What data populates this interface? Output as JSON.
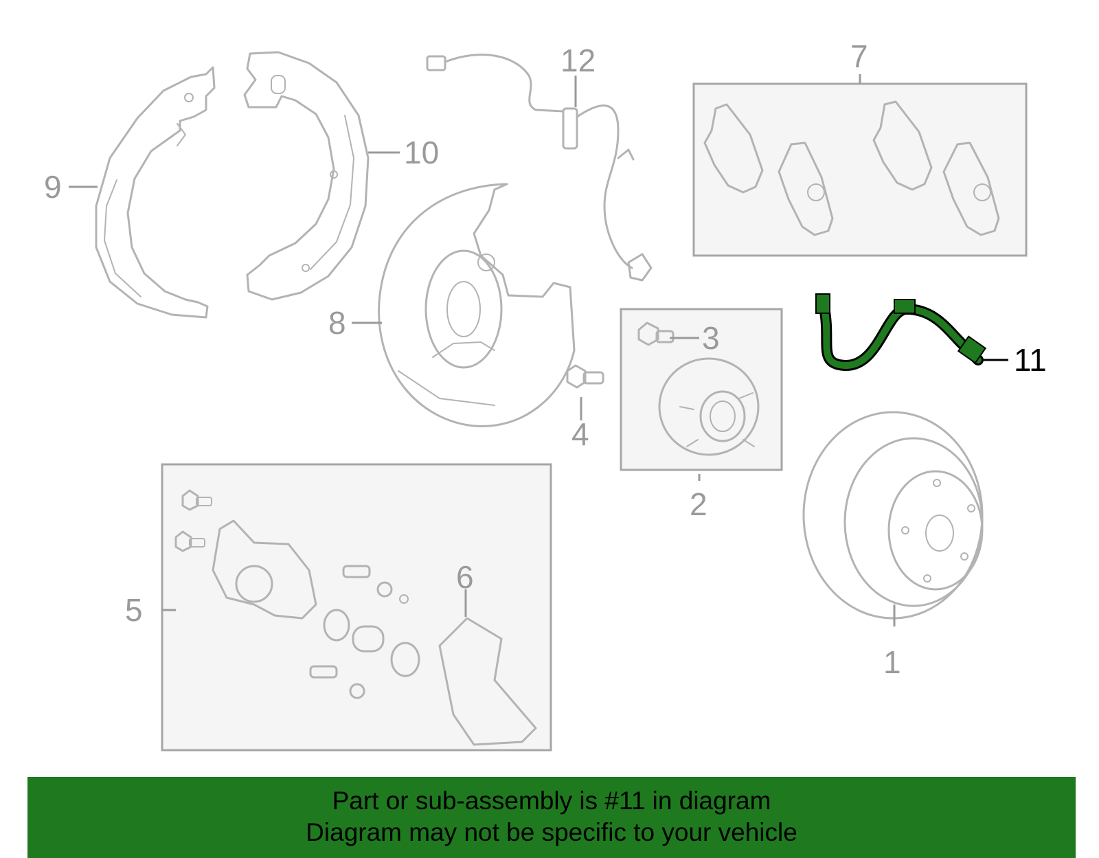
{
  "callouts": {
    "c1": "1",
    "c2": "2",
    "c3": "3",
    "c4": "4",
    "c5": "5",
    "c6": "6",
    "c7": "7",
    "c8": "8",
    "c9": "9",
    "c10": "10",
    "c11": "11",
    "c12": "12"
  },
  "highlight": {
    "part": "11",
    "color": "#1f7a1f"
  },
  "colors": {
    "banner": "#1f7a1f",
    "outline": "#b3b3b3",
    "box_fill": "#f5f5f5"
  },
  "banner": {
    "line1": "Part or sub-assembly is #11 in diagram",
    "line2": "Diagram may not be specific to your vehicle"
  }
}
